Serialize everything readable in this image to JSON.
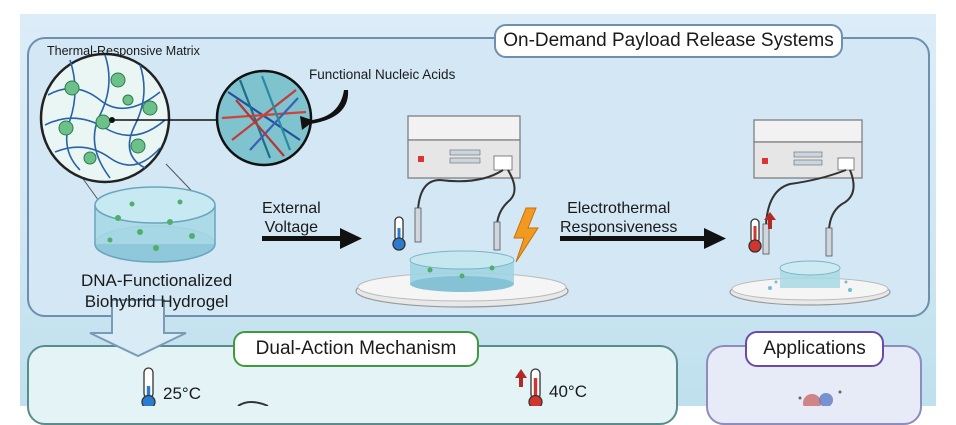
{
  "header": {
    "title": "On-Demand Payload Release Systems"
  },
  "top_panel": {
    "matrix_label": "Thermal-Responsive Matrix",
    "nucleic_label": "Functional Nucleic Acids",
    "voltage_label_line1": "External",
    "voltage_label_line2": "Voltage",
    "electro_label_line1": "Electrothermal",
    "electro_label_line2": "Responsiveness",
    "hydrogel_label_line1": "DNA-Functionalized",
    "hydrogel_label_line2": "Biohybrid Hydrogel"
  },
  "mechanism_panel": {
    "title": "Dual-Action Mechanism",
    "temp_low": "25°C",
    "temp_high": "40°C"
  },
  "applications_panel": {
    "title": "Applications"
  },
  "colors": {
    "panel_border": "#6f8fae",
    "mechanism_border": "#3f9a3f",
    "applications_border": "#6b4aa8",
    "hydrogel": "#9fd4e2",
    "bolt": "#f29a1f",
    "thermo_cold": "#2b7bd1",
    "thermo_hot": "#d2342f"
  }
}
